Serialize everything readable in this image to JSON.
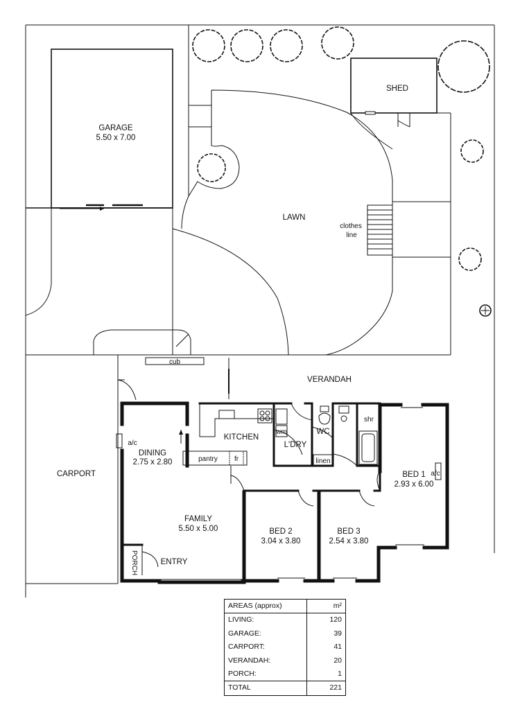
{
  "plan": {
    "garage": {
      "name": "GARAGE",
      "size": "5.50 x 7.00"
    },
    "shed": "SHED",
    "lawn": "LAWN",
    "clothes_line": [
      "clothes",
      "line"
    ],
    "carport": "CARPORT",
    "verandah": "VERANDAH",
    "cub": "cub",
    "kitchen": "KITCHEN",
    "pantry": "pantry",
    "fridge": "fr",
    "washing_machine": "wm",
    "laundry": "L'DRY",
    "wc": "WC",
    "linen": "linen",
    "shower": "shr",
    "ac_dining": "a/c",
    "ac_bed1": "a/c",
    "dining": {
      "name": "DINING",
      "size": "2.75 x 2.80"
    },
    "family": {
      "name": "FAMILY",
      "size": "5.50 x 5.00"
    },
    "bed1": {
      "name": "BED 1",
      "size": "2.93 x 6.00"
    },
    "bed2": {
      "name": "BED 2",
      "size": "3.04 x 3.80"
    },
    "bed3": {
      "name": "BED 3",
      "size": "2.54 x 3.80"
    },
    "entry": "ENTRY",
    "porch": "PORCH"
  },
  "areas": {
    "heading": "AREAS (approx)",
    "unit": "m²",
    "rows": [
      {
        "name": "LIVING:",
        "value": "120"
      },
      {
        "name": "GARAGE:",
        "value": "39"
      },
      {
        "name": "CARPORT:",
        "value": "41"
      },
      {
        "name": "VERANDAH:",
        "value": "20"
      },
      {
        "name": "PORCH:",
        "value": "1"
      }
    ],
    "total": {
      "name": "TOTAL",
      "value": "221"
    }
  }
}
